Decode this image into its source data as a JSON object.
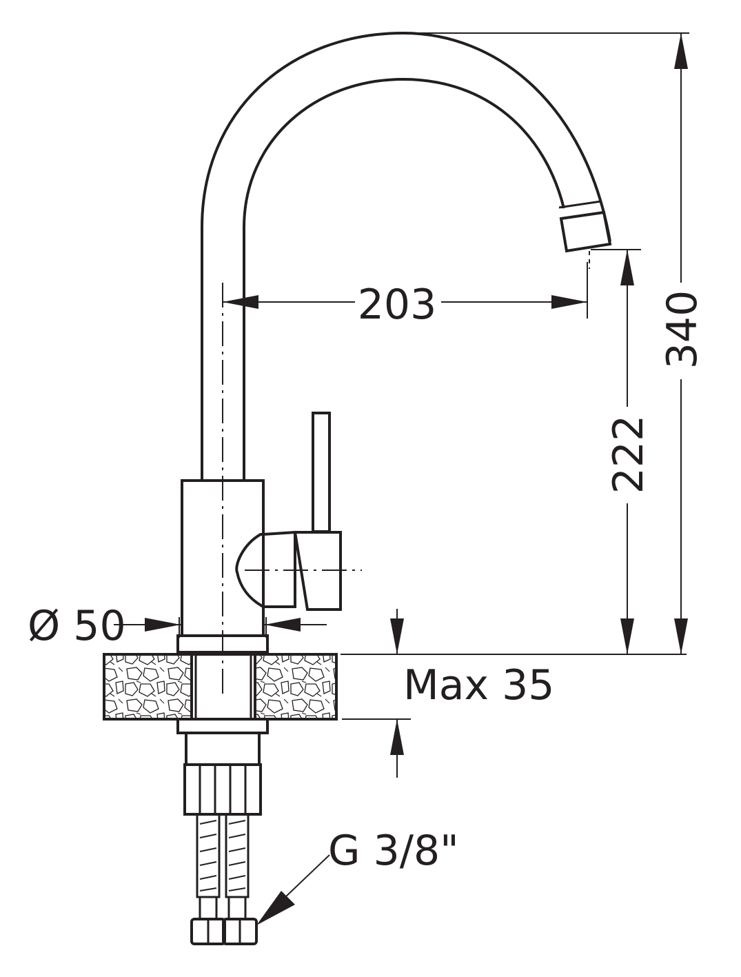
{
  "dimensions": {
    "spout_reach": "203",
    "total_height": "340",
    "spout_height": "222",
    "body_diameter": "Ø 50",
    "max_countertop": "Max 35",
    "hose_connection": "G 3/8\""
  },
  "colors": {
    "line": "#231f20",
    "background": "#ffffff"
  }
}
